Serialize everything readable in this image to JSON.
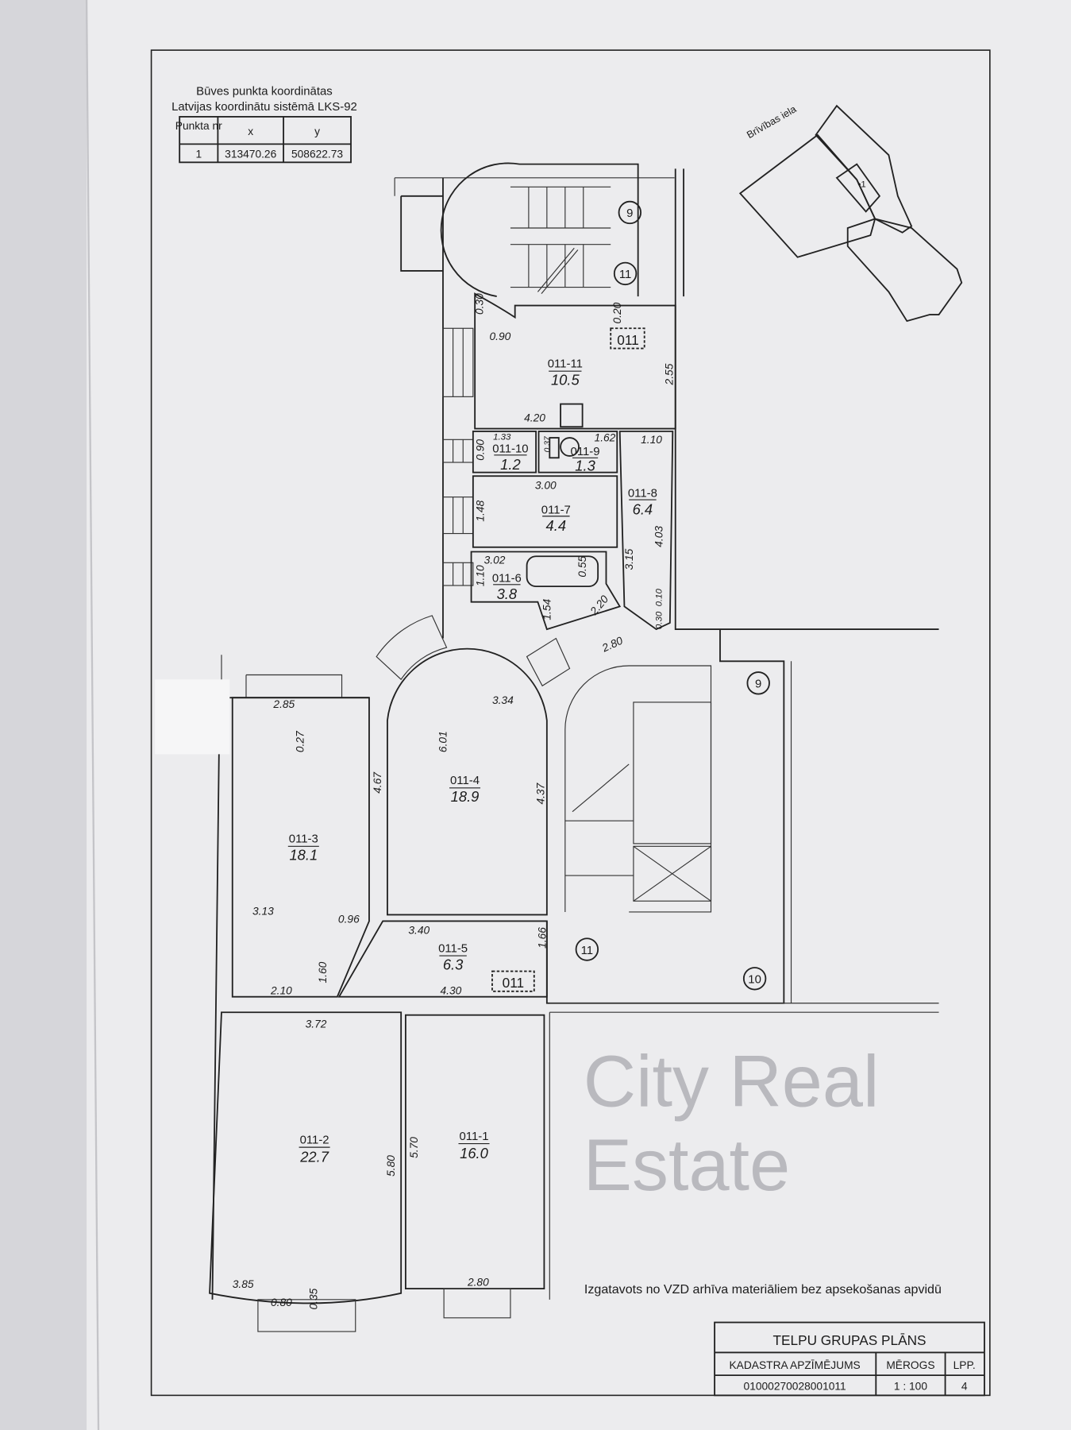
{
  "coordinates_table": {
    "title_line1": "Būves punkta koordinātas",
    "title_line2": "Latvijas koordinātu sistēmā LKS-92",
    "headers": [
      "Punkta nr",
      "x",
      "y"
    ],
    "rows": [
      [
        "1",
        "313470.26",
        "508622.73"
      ]
    ]
  },
  "site_plan": {
    "street": "Brīvības iela",
    "point_label": "•1"
  },
  "rooms": [
    {
      "id": "011-11",
      "area": "10.5"
    },
    {
      "id": "011-10",
      "area": "1.2"
    },
    {
      "id": "011-9",
      "area": "1.3"
    },
    {
      "id": "011-8",
      "area": "6.4"
    },
    {
      "id": "011-7",
      "area": "4.4"
    },
    {
      "id": "011-6",
      "area": "3.8"
    },
    {
      "id": "011-4",
      "area": "18.9"
    },
    {
      "id": "011-3",
      "area": "18.1"
    },
    {
      "id": "011-5",
      "area": "6.3"
    },
    {
      "id": "011-2",
      "area": "22.7"
    },
    {
      "id": "011-1",
      "area": "16.0"
    }
  ],
  "group_tags": [
    "011",
    "011"
  ],
  "stair_markers": [
    "9",
    "11",
    "9",
    "11",
    "10"
  ],
  "dimensions": {
    "d030a": "0.30",
    "d090a": "0.90",
    "d020": "0.20",
    "d255": "2.55",
    "d420": "4.20",
    "d133": "1.33",
    "d090b": "0.90",
    "d037": "0.37",
    "d162": "1.62",
    "d110a": "1.10",
    "d300": "3.00",
    "d148": "1.48",
    "d403": "4.03",
    "d302": "3.02",
    "d110b": "1.10",
    "d055": "0.55",
    "d315": "3.15",
    "d154": "1.54",
    "d220": "2.20",
    "d010": "0.10",
    "d030b": "0.30",
    "d280a": "2.80",
    "d334": "3.34",
    "d601": "6.01",
    "d285": "2.85",
    "d027": "0.27",
    "d467": "4.67",
    "d437": "4.37",
    "d313": "3.13",
    "d096": "0.96",
    "d340": "3.40",
    "d166": "1.66",
    "d160": "1.60",
    "d210": "2.10",
    "d430": "4.30",
    "d372": "3.72",
    "d580": "5.80",
    "d570": "5.70",
    "d385": "3.85",
    "d080": "0.80",
    "d035": "0.35",
    "d280b": "2.80"
  },
  "note": "Izgatavots no VZD arhīva materiāliem bez apsekošanas apvidū",
  "title_block": {
    "title": "TELPU GRUPAS PLĀNS",
    "headers": [
      "KADASTRA APZĪMĒJUMS",
      "MĒROGS",
      "LPP."
    ],
    "values": [
      "01000270028001011",
      "1 : 100",
      "4"
    ]
  },
  "watermark": "City Real Estate"
}
